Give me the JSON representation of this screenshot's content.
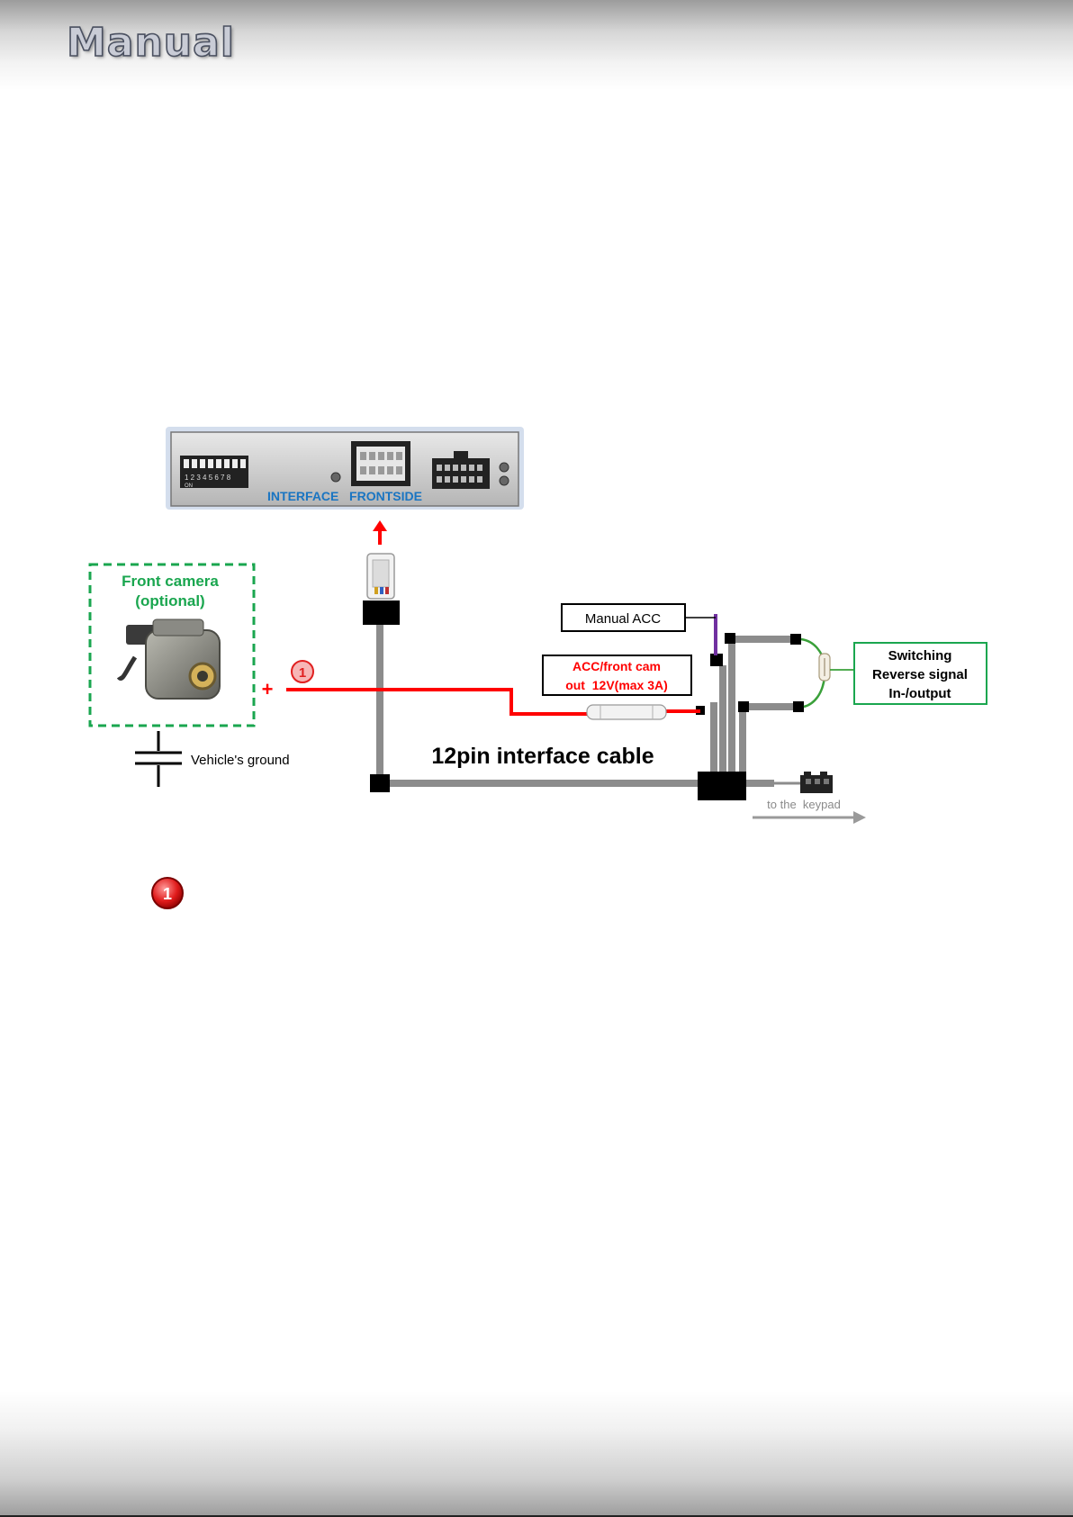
{
  "header": {
    "title": "Manual"
  },
  "module": {
    "caption": "INTERFACE   FRONTSIDE",
    "dip_numbers": "1 2 3 4 5 6 7 8",
    "dip_on": "ON"
  },
  "front_camera": {
    "title": "Front camera",
    "subtitle": "(optional)",
    "plus": "+"
  },
  "ground": {
    "label": "Vehicle's ground"
  },
  "cable": {
    "label": "12pin interface cable"
  },
  "labels": {
    "manual_acc": "Manual ACC",
    "acc_out_line1": "ACC/front cam",
    "acc_out_line2": "out  12V(max 3A)",
    "switching_line1": "Switching",
    "switching_line2": "Reverse signal",
    "switching_line3": "In-/output",
    "keypad": "to the  keypad"
  },
  "markers": {
    "marker_1": "1",
    "legend_marker": "1"
  },
  "colors": {
    "cable_gray": "#8c8c8c",
    "wire_red": "#ff0000",
    "wire_purple": "#7030a0",
    "wire_green": "#3aa03a",
    "camera_green": "#1aa64f",
    "module_label_blue": "#1a75c2"
  }
}
